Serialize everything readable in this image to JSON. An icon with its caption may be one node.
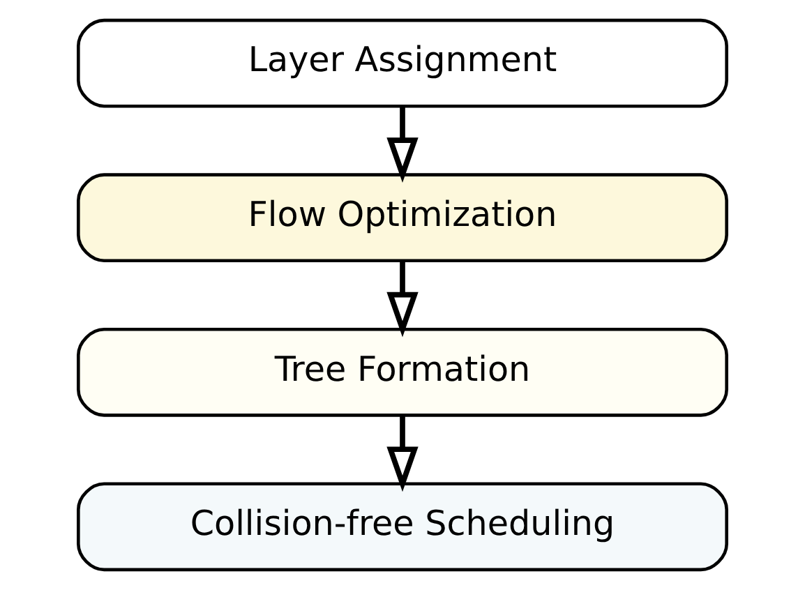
{
  "diagram": {
    "nodes": [
      {
        "text": [
          "Layer Assignment"
        ]
      },
      {
        "text": [
          "Flow Optimization"
        ]
      },
      {
        "text": [
          "Tree Formation"
        ]
      },
      {
        "text": [
          "Collision-free Scheduling"
        ]
      }
    ],
    "edges": [
      {
        "from": 0,
        "to": 1,
        "arrow": "to"
      },
      {
        "from": 1,
        "to": 2,
        "arrow": "to"
      },
      {
        "from": 2,
        "to": 3,
        "arrow": "to"
      }
    ]
  }
}
